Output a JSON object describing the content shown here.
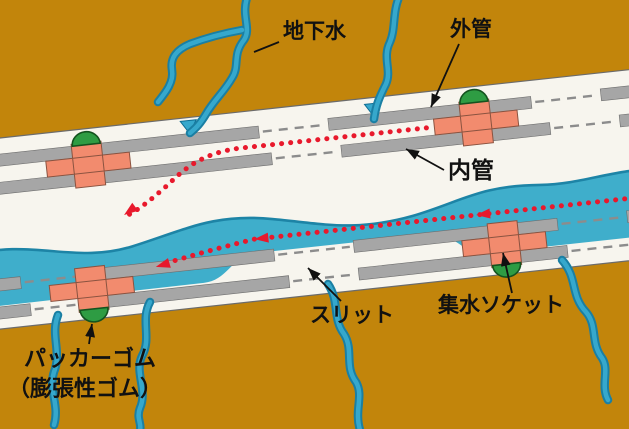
{
  "diagram": {
    "labels": {
      "groundwater": "地下水",
      "outer_pipe": "外管",
      "inner_pipe": "内管",
      "slit": "スリット",
      "collection_socket": "集水ソケット",
      "packer_rubber": "パッカーゴム",
      "packer_rubber_note": "（膨張性ゴム）"
    },
    "colors": {
      "ground": "#C2850B",
      "pipe": "#F7F5EE",
      "wall": "#A6A6A6",
      "wall_dash": "#8C8C8C",
      "socket": "#F28B6E",
      "packer": "#2E9C43",
      "packer_dark": "#14531F",
      "water": "#3FAECB",
      "water_edge": "#1D84A6",
      "stream": "#36A8CC",
      "stream_dark": "#1A7FA3",
      "flow": "#E8192C",
      "label": "#111111",
      "outline": "#6B6B6B"
    }
  }
}
